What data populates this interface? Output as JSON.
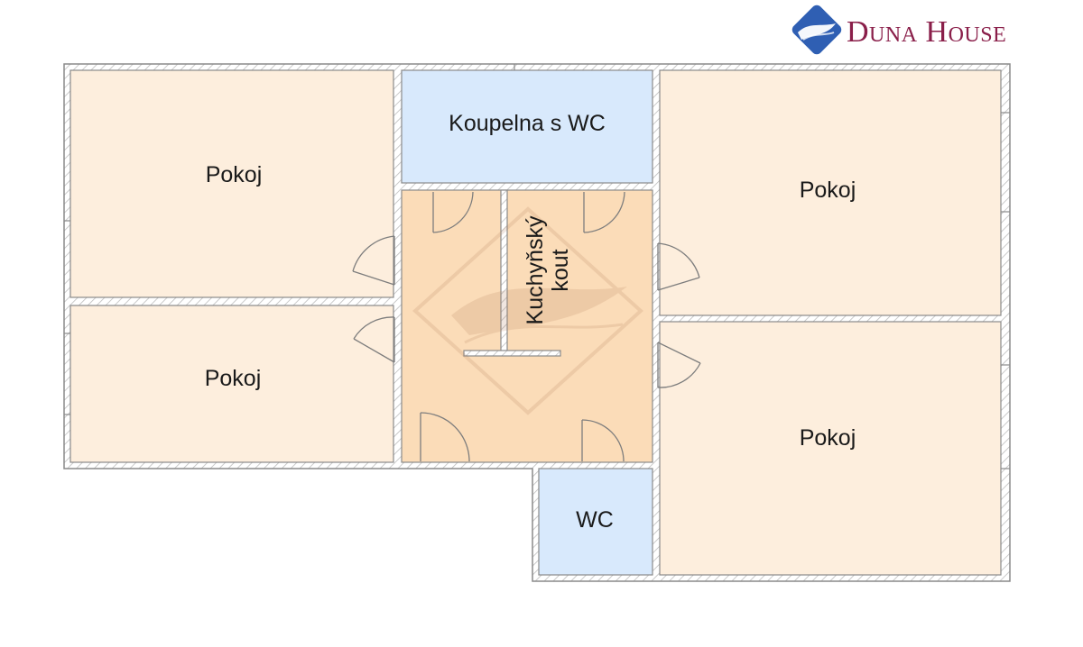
{
  "brand": {
    "name": "Duna House",
    "color": "#8a1f4a",
    "icon": "duna-house-wave-logo"
  },
  "floor_plan": {
    "colors": {
      "room_fill": "#fdeedd",
      "hall_fill": "#fbdcb8",
      "wet_fill": "#d8e9fc",
      "wall": "#8a8a8a",
      "hatch": "#c4c4c4"
    },
    "rooms": [
      {
        "id": "room-top-left",
        "label": "Pokoj"
      },
      {
        "id": "room-bottom-left",
        "label": "Pokoj"
      },
      {
        "id": "bathroom",
        "label": "Koupelna s WC"
      },
      {
        "id": "kitchen",
        "label": "Kuchyňský kout",
        "lines": [
          "Kuchyňský",
          "kout"
        ]
      },
      {
        "id": "room-top-right",
        "label": "Pokoj"
      },
      {
        "id": "room-bottom-right",
        "label": "Pokoj"
      },
      {
        "id": "wc",
        "label": "WC"
      }
    ]
  }
}
